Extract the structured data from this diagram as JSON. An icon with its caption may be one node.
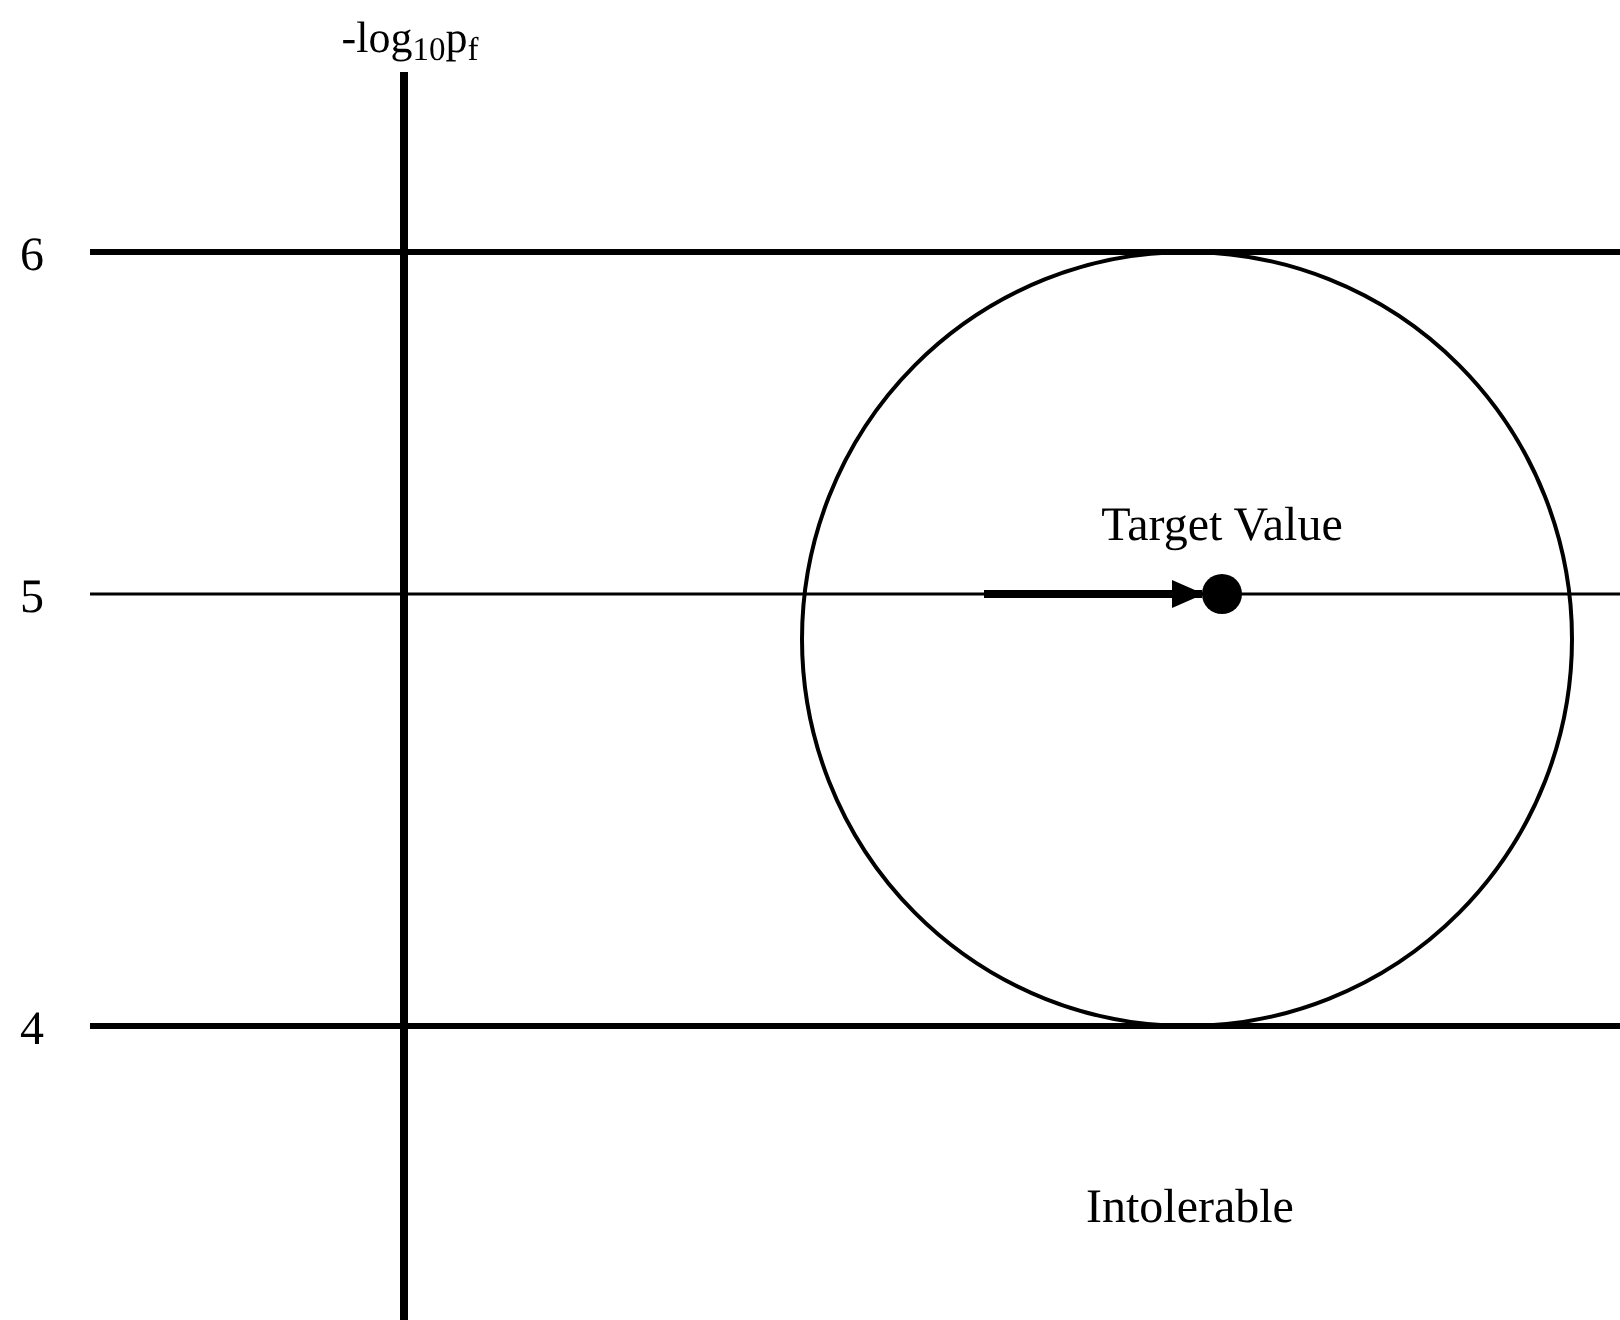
{
  "diagram": {
    "nodes": [
      {
        "text": [],
        "shape": "circle"
      },
      {
        "text": [],
        "shape": "circle",
        "in": 0,
        "beside": [
          "Target Value"
        ]
      }
    ],
    "edges": [
      {
        "from": null,
        "to": 1,
        "arrow": "to"
      }
    ],
    "labels": [
      "-log$_{10}$p$_{f}$",
      "6",
      "5",
      "4",
      "Intolerable"
    ]
  }
}
